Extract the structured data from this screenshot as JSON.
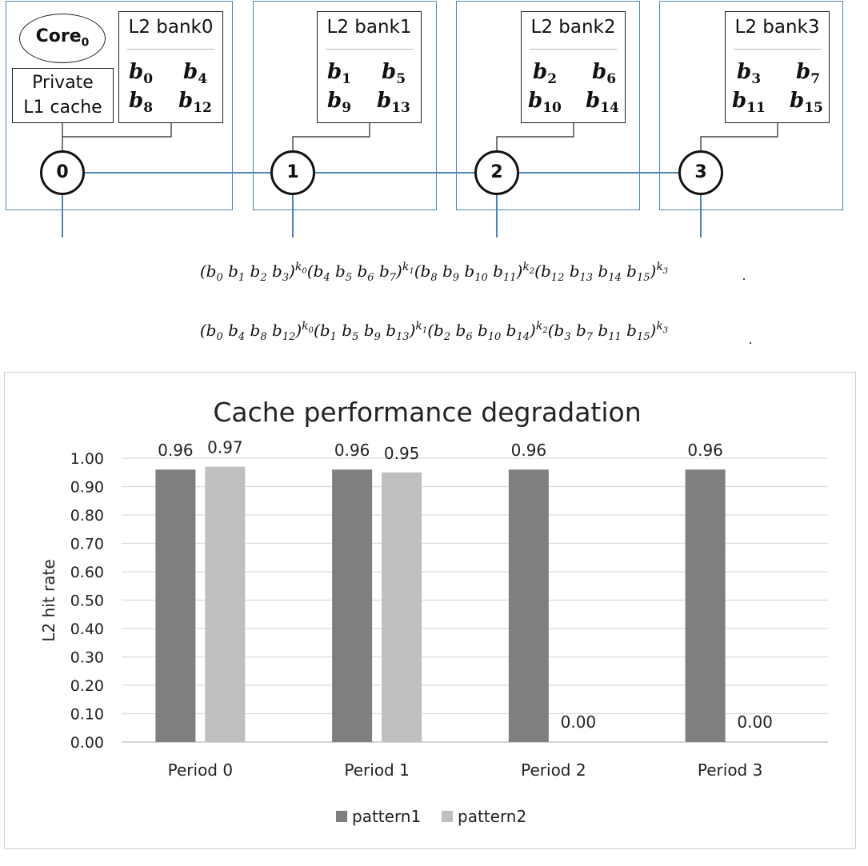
{
  "diagram": {
    "core_label": "Core",
    "core_sub": "0",
    "private_cache_line1": "Private",
    "private_cache_line2": "L1 cache",
    "banks": [
      {
        "title": "L2 bank0",
        "blocks": [
          [
            "b",
            "0"
          ],
          [
            "b",
            "4"
          ],
          [
            "b",
            "8"
          ],
          [
            "b",
            "12"
          ]
        ]
      },
      {
        "title": "L2 bank1",
        "blocks": [
          [
            "b",
            "1"
          ],
          [
            "b",
            "5"
          ],
          [
            "b",
            "9"
          ],
          [
            "b",
            "13"
          ]
        ]
      },
      {
        "title": "L2 bank2",
        "blocks": [
          [
            "b",
            "2"
          ],
          [
            "b",
            "6"
          ],
          [
            "b",
            "10"
          ],
          [
            "b",
            "14"
          ]
        ]
      },
      {
        "title": "L2 bank3",
        "blocks": [
          [
            "b",
            "3"
          ],
          [
            "b",
            "7"
          ],
          [
            "b",
            "11"
          ],
          [
            "b",
            "15"
          ]
        ]
      }
    ],
    "nodes": [
      "0",
      "1",
      "2",
      "3"
    ],
    "colors": {
      "link": "#4f86b7",
      "node_border": "#111111"
    }
  },
  "formulas": [
    {
      "groups": [
        {
          "items": [
            "0",
            "1",
            "2",
            "3"
          ],
          "k": "0"
        },
        {
          "items": [
            "4",
            "5",
            "6",
            "7"
          ],
          "k": "1"
        },
        {
          "items": [
            "8",
            "9",
            "10",
            "11"
          ],
          "k": "2"
        },
        {
          "items": [
            "12",
            "13",
            "14",
            "15"
          ],
          "k": "3"
        }
      ]
    },
    {
      "groups": [
        {
          "items": [
            "0",
            "4",
            "8",
            "12"
          ],
          "k": "0"
        },
        {
          "items": [
            "1",
            "5",
            "9",
            "13"
          ],
          "k": "1"
        },
        {
          "items": [
            "2",
            "6",
            "10",
            "14"
          ],
          "k": "2"
        },
        {
          "items": [
            "3",
            "7",
            "11",
            "15"
          ],
          "k": "3"
        }
      ]
    }
  ],
  "chart_data": {
    "type": "bar",
    "title": "Cache performance degradation",
    "ylabel": "L2 hit rate",
    "xlabel": "",
    "categories": [
      "Period 0",
      "Period 1",
      "Period 2",
      "Period 3"
    ],
    "ylim": [
      0,
      1.0
    ],
    "yticks": [
      "0.00",
      "0.10",
      "0.20",
      "0.30",
      "0.40",
      "0.50",
      "0.60",
      "0.70",
      "0.80",
      "0.90",
      "1.00"
    ],
    "grid": true,
    "legend_position": "bottom",
    "series": [
      {
        "name": "pattern1",
        "color": "#7f7f82",
        "values": [
          0.96,
          0.96,
          0.96,
          0.96
        ],
        "labels": [
          "0.96",
          "0.96",
          "0.96",
          "0.96"
        ]
      },
      {
        "name": "pattern2",
        "color": "#bfbfc2",
        "values": [
          0.97,
          0.95,
          0.0,
          0.0
        ],
        "labels": [
          "0.97",
          "0.95",
          "0.00",
          "0.00"
        ]
      }
    ]
  }
}
